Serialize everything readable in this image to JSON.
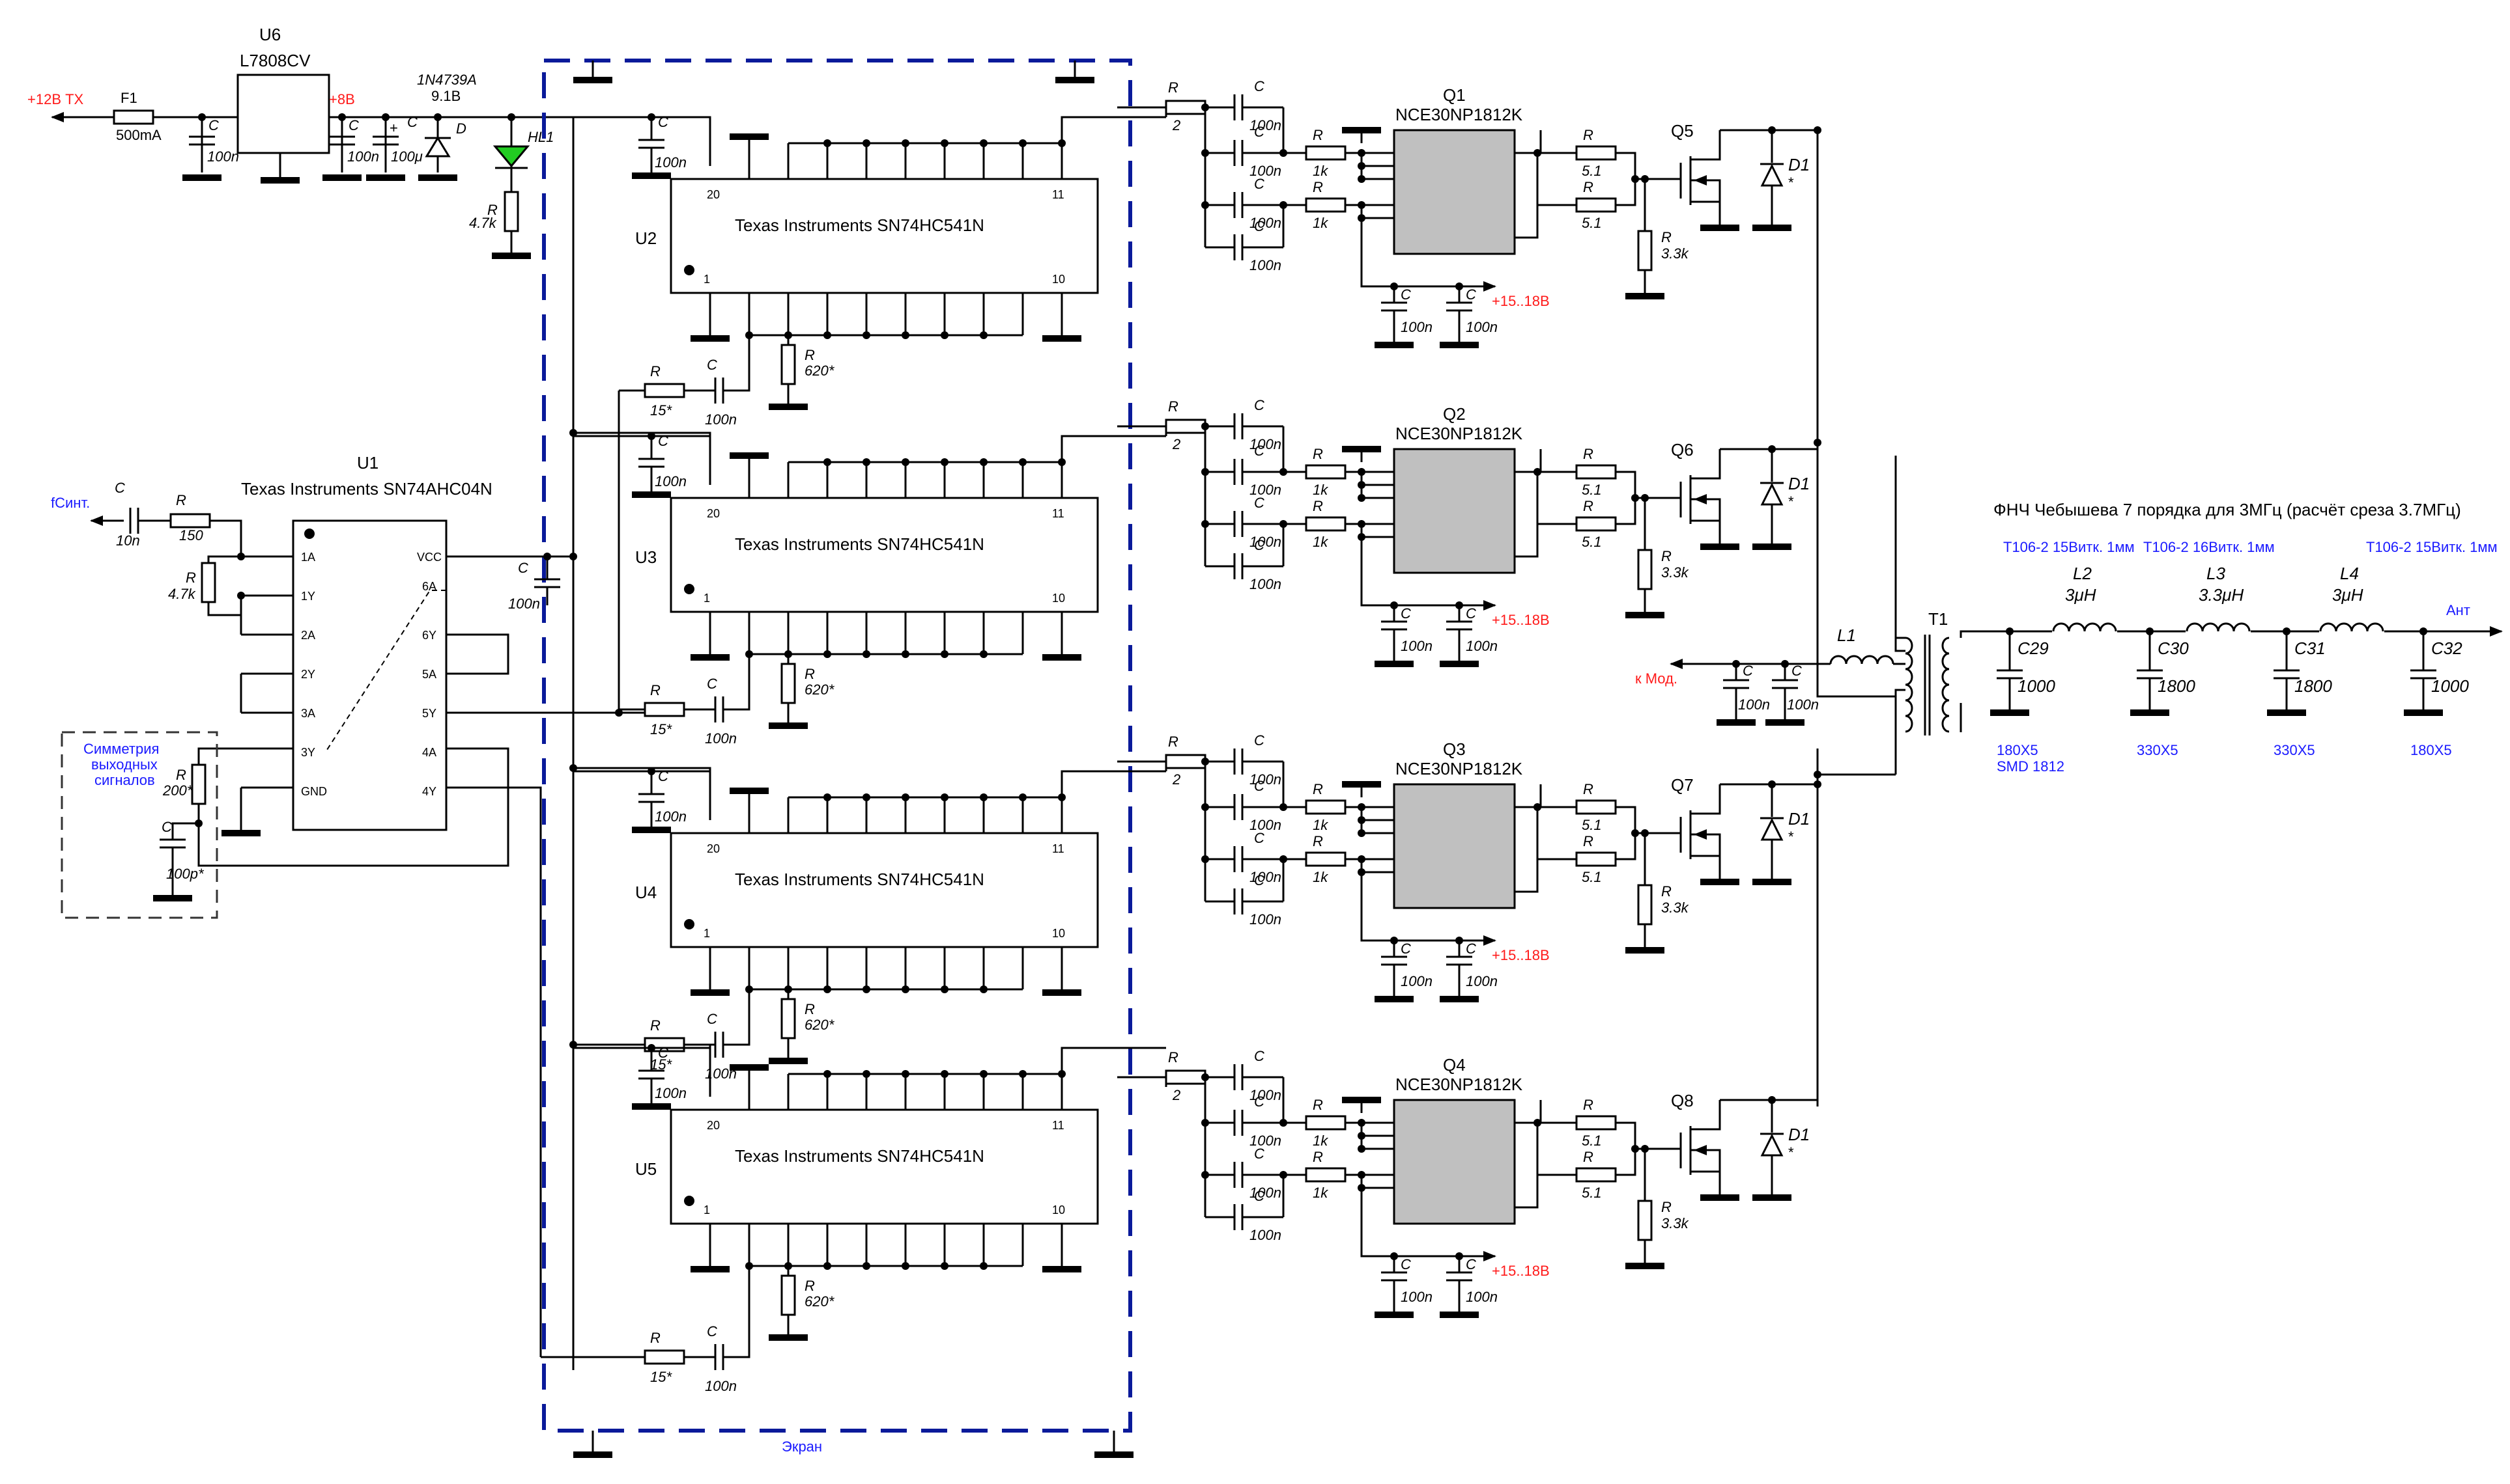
{
  "power": {
    "input_label": "+12В ТХ",
    "fuse_ref": "F1",
    "fuse_value": "500mA",
    "reg_ref": "U6",
    "reg_part": "L7808CV",
    "rail_8v": "+8В",
    "zener_part": "1N4739A",
    "zener_value": "9.1В",
    "cap_ref": "C",
    "cap_100n": "100n",
    "cap_100u": "100μ",
    "diode_ref": "D",
    "led_ref": "HL1",
    "led_r_ref": "R",
    "led_r_value": "4.7k"
  },
  "u1": {
    "ref": "U1",
    "part": "Texas Instruments SN74AHC04N",
    "left_pins": [
      "1A",
      "1Y",
      "2A",
      "2Y",
      "3A",
      "3Y",
      "GND"
    ],
    "right_pins": [
      "VCC",
      "6A",
      "6Y",
      "5A",
      "5Y",
      "4A",
      "4Y"
    ],
    "input_label": "fСинт.",
    "c_in_ref": "C",
    "c_in_value": "10n",
    "r_in_ref": "R",
    "r_in_value": "150",
    "r_bias_ref": "R",
    "r_bias_value": "4.7k",
    "vcc_cap_ref": "C",
    "vcc_cap_value": "100n",
    "sym_label": [
      "Симметрия",
      "выходных",
      "сигналов"
    ],
    "sym_r_ref": "R",
    "sym_r_value": "200*",
    "sym_c_ref": "C",
    "sym_c_value": "100p*"
  },
  "buffers": [
    {
      "ref": "U2",
      "part": "Texas Instruments SN74HC541N",
      "pin20": "20",
      "pin11": "11",
      "pin1": "1",
      "pin10": "10"
    },
    {
      "ref": "U3",
      "part": "Texas Instruments SN74HC541N",
      "pin20": "20",
      "pin11": "11",
      "pin1": "1",
      "pin10": "10"
    },
    {
      "ref": "U4",
      "part": "Texas Instruments SN74HC541N",
      "pin20": "20",
      "pin11": "11",
      "pin1": "1",
      "pin10": "10"
    },
    {
      "ref": "U5",
      "part": "Texas Instruments SN74HC541N",
      "pin20": "20",
      "pin11": "11",
      "pin1": "1",
      "pin10": "10"
    }
  ],
  "buffer_parts": {
    "dec_cap_ref": "C",
    "dec_cap_value": "100n",
    "pd_r_ref": "R",
    "pd_r_value": "620*",
    "series_r_ref": "R",
    "series_r_value": "15*",
    "coupling_c_ref": "C",
    "coupling_c_value": "100n"
  },
  "screen_label": "Экран",
  "drivers": [
    {
      "ref": "Q1",
      "part": "NCE30NP1812K",
      "mosfet": "Q5",
      "diode": "D1",
      "diode_mark": "*"
    },
    {
      "ref": "Q2",
      "part": "NCE30NP1812K",
      "mosfet": "Q6",
      "diode": "D1",
      "diode_mark": "*"
    },
    {
      "ref": "Q3",
      "part": "NCE30NP1812K",
      "mosfet": "Q7",
      "diode": "D1",
      "diode_mark": "*"
    },
    {
      "ref": "Q4",
      "part": "NCE30NP1812K",
      "mosfet": "Q8",
      "diode": "D1",
      "diode_mark": "*"
    }
  ],
  "driver_parts": {
    "r_in_ref": "R",
    "r_in_value": "2",
    "c_ref": "C",
    "c_value": "100n",
    "r_gate_ref": "R",
    "r_gate_value": "1k",
    "r_out_ref": "R",
    "r_out_value": "5.1",
    "r_pd_ref": "R",
    "r_pd_value": "3.3k",
    "supply": "+15..18В"
  },
  "output": {
    "transformer_ref": "T1",
    "choke_ref": "L1",
    "mod_label": "к Мод.",
    "mod_cap_ref": "C",
    "mod_cap_value": "100n",
    "filter_title": "ФНЧ Чебышева 7 порядка для 3МГц (расчёт среза 3.7МГц)",
    "coil_notes": [
      "T106-2 15Витк. 1мм",
      "T106-2 16Витк. 1мм",
      "T106-2 15Витк. 1мм"
    ],
    "inductors": [
      {
        "ref": "L2",
        "value": "3μH"
      },
      {
        "ref": "L3",
        "value": "3.3μH"
      },
      {
        "ref": "L4",
        "value": "3μH"
      }
    ],
    "caps": [
      {
        "ref": "C29",
        "value": "1000",
        "type": "180X5",
        "note": "SMD 1812"
      },
      {
        "ref": "C30",
        "value": "1800",
        "type": "330X5",
        "note": ""
      },
      {
        "ref": "C31",
        "value": "1800",
        "type": "330X5",
        "note": ""
      },
      {
        "ref": "C32",
        "value": "1000",
        "type": "180X5",
        "note": ""
      }
    ],
    "antenna_label": "Ант"
  }
}
